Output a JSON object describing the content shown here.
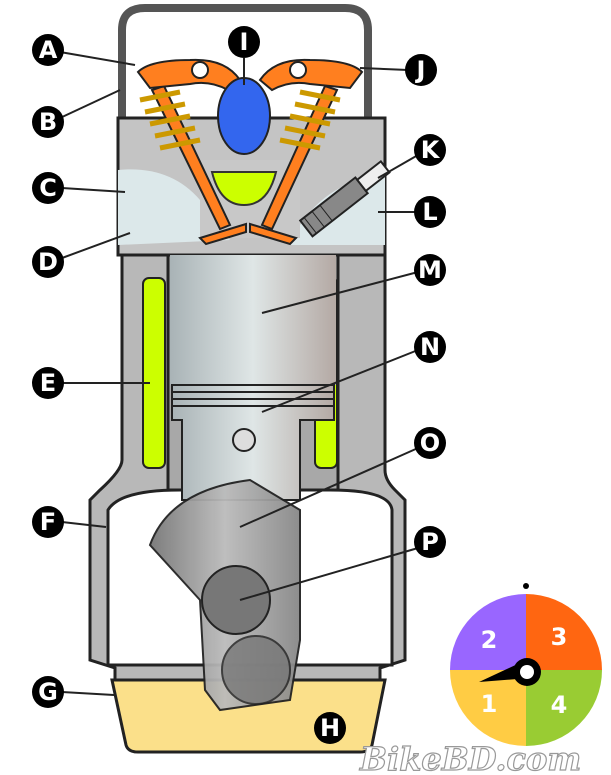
{
  "diagram": {
    "labels": [
      "A",
      "B",
      "C",
      "D",
      "E",
      "F",
      "G",
      "H",
      "I",
      "J",
      "K",
      "L",
      "M",
      "N",
      "O",
      "P"
    ],
    "stroke_dial": {
      "segments": [
        {
          "label": "2",
          "color": "#9966ff"
        },
        {
          "label": "3",
          "color": "#ff6611"
        },
        {
          "label": "1",
          "color": "#ffcc44"
        },
        {
          "label": "4",
          "color": "#99cc33"
        }
      ],
      "current_stroke": "1"
    },
    "watermark": "BikeBD.com",
    "colors": {
      "coolant": "#ccff00",
      "rocker": "#ff7f1f",
      "cam": "#3366ee",
      "oil": "#fbe08a",
      "block": "#b8b8b8"
    }
  }
}
